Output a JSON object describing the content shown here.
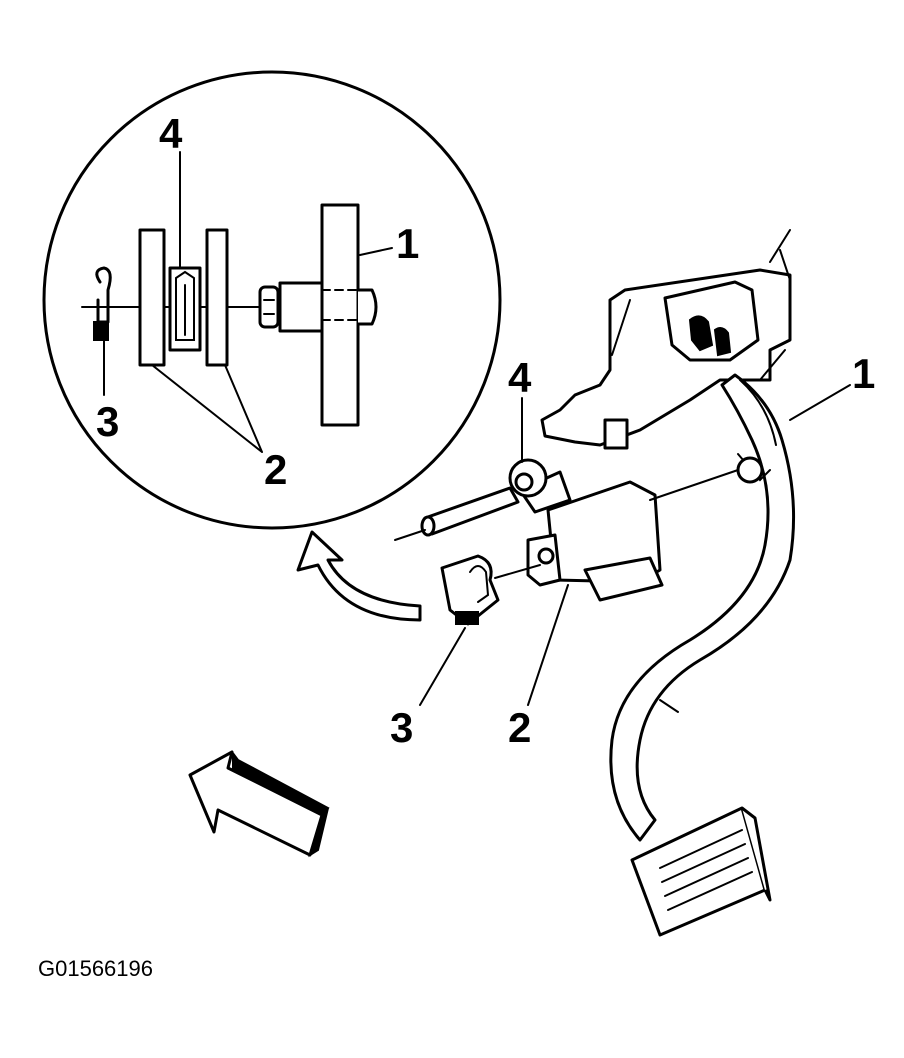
{
  "figure": {
    "id_label": "G01566196"
  },
  "callouts": {
    "detail": {
      "c1": "1",
      "c2": "2",
      "c3": "3",
      "c4": "4"
    },
    "main": {
      "c1": "1",
      "c2": "2",
      "c3": "3",
      "c4": "4"
    }
  },
  "icons": {
    "detail_view": "magnified-detail-circle-icon",
    "zoom_arrow": "curved-arrow-icon",
    "view_direction": "view-direction-arrow-icon"
  },
  "colors": {
    "ink": "#000000",
    "paper": "#ffffff"
  }
}
